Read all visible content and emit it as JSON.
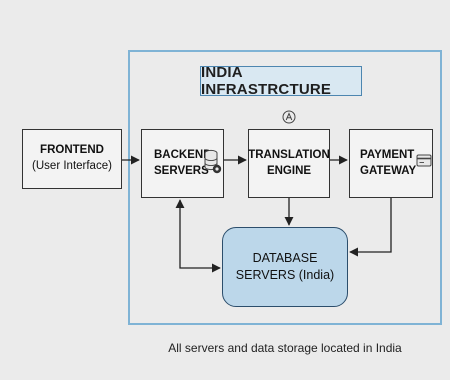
{
  "title": "INDIA INFRASTRCTURE",
  "nodes": {
    "frontend": {
      "line1": "FRONTEND",
      "line2": "(User Interface)"
    },
    "backend": {
      "line1": "BACKEND",
      "line2": "SERVERS"
    },
    "translation": {
      "line1": "TRANSLATION",
      "line2": "ENGINE"
    },
    "payment": {
      "line1": "PAYMENT",
      "line2": "GATEWAY"
    },
    "database": {
      "line1": "DATABASE",
      "line2": "SERVERS (India)"
    }
  },
  "icons": {
    "backend": "database-cylinder-icon",
    "translation": "translate-a-icon",
    "payment": "credit-card-icon"
  },
  "footer": "All servers and data storage located in India",
  "colors": {
    "background": "#ebebeb",
    "region_border": "#7fb3d5",
    "title_fill": "#d9e8f2",
    "database_fill": "#bcd7ea"
  }
}
